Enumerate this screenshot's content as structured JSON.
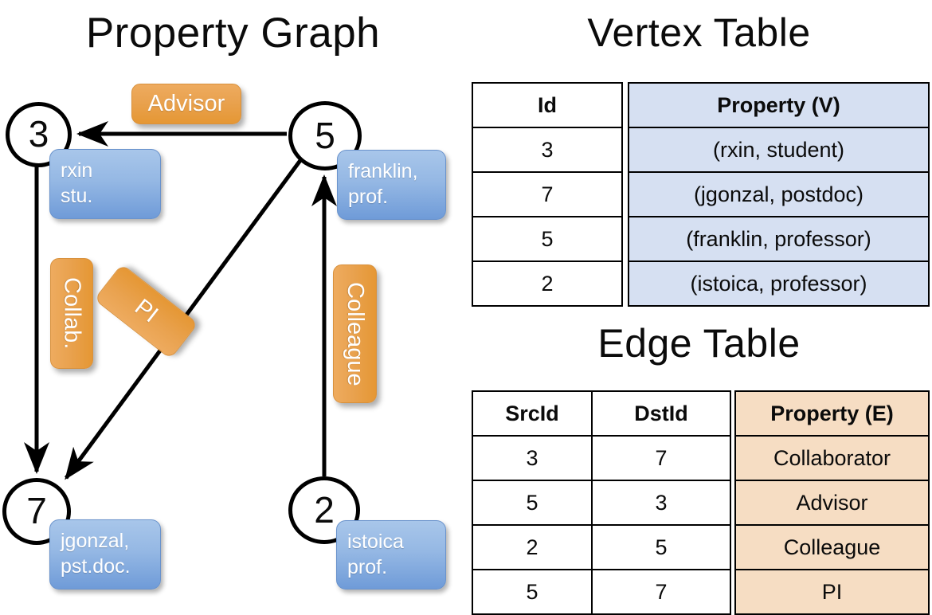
{
  "titles": {
    "property_graph": "Property Graph",
    "vertex_table": "Vertex Table",
    "edge_table": "Edge Table"
  },
  "colors": {
    "vertex_property_fill": "#d6e0f2",
    "edge_property_fill": "#f6ddc3",
    "callout_blue_top": "#a8c6ea",
    "callout_blue_bottom": "#6f9bd8",
    "callout_orange_left": "#eeab5f",
    "callout_orange_right": "#e59734",
    "stroke": "#000000"
  },
  "graph": {
    "nodes": [
      {
        "id": "3",
        "property_line1": "rxin",
        "property_line2": "stu."
      },
      {
        "id": "5",
        "property_line1": "franklin,",
        "property_line2": "prof."
      },
      {
        "id": "7",
        "property_line1": "jgonzal,",
        "property_line2": "pst.doc."
      },
      {
        "id": "2",
        "property_line1": "istoica",
        "property_line2": "prof."
      }
    ],
    "edge_labels": [
      {
        "name": "advisor",
        "text": "Advisor",
        "orientation": "horizontal"
      },
      {
        "name": "collab",
        "text": "Collab.",
        "orientation": "vertical"
      },
      {
        "name": "pi",
        "text": "PI",
        "orientation": "diagonal"
      },
      {
        "name": "colleague",
        "text": "Colleague",
        "orientation": "vertical"
      }
    ],
    "edges": [
      {
        "from": "5",
        "to": "3",
        "label": "Advisor"
      },
      {
        "from": "3",
        "to": "7",
        "label": "Collab."
      },
      {
        "from": "5",
        "to": "7",
        "label": "PI"
      },
      {
        "from": "2",
        "to": "5",
        "label": "Colleague"
      }
    ]
  },
  "vertex_table": {
    "headers": [
      "Id",
      "Property (V)"
    ],
    "rows": [
      {
        "id": "3",
        "property": "(rxin, student)"
      },
      {
        "id": "7",
        "property": "(jgonzal, postdoc)"
      },
      {
        "id": "5",
        "property": "(franklin, professor)"
      },
      {
        "id": "2",
        "property": "(istoica, professor)"
      }
    ]
  },
  "edge_table": {
    "headers": [
      "SrcId",
      "DstId",
      "Property (E)"
    ],
    "rows": [
      {
        "src": "3",
        "dst": "7",
        "property": "Collaborator"
      },
      {
        "src": "5",
        "dst": "3",
        "property": "Advisor"
      },
      {
        "src": "2",
        "dst": "5",
        "property": "Colleague"
      },
      {
        "src": "5",
        "dst": "7",
        "property": "PI"
      }
    ]
  }
}
